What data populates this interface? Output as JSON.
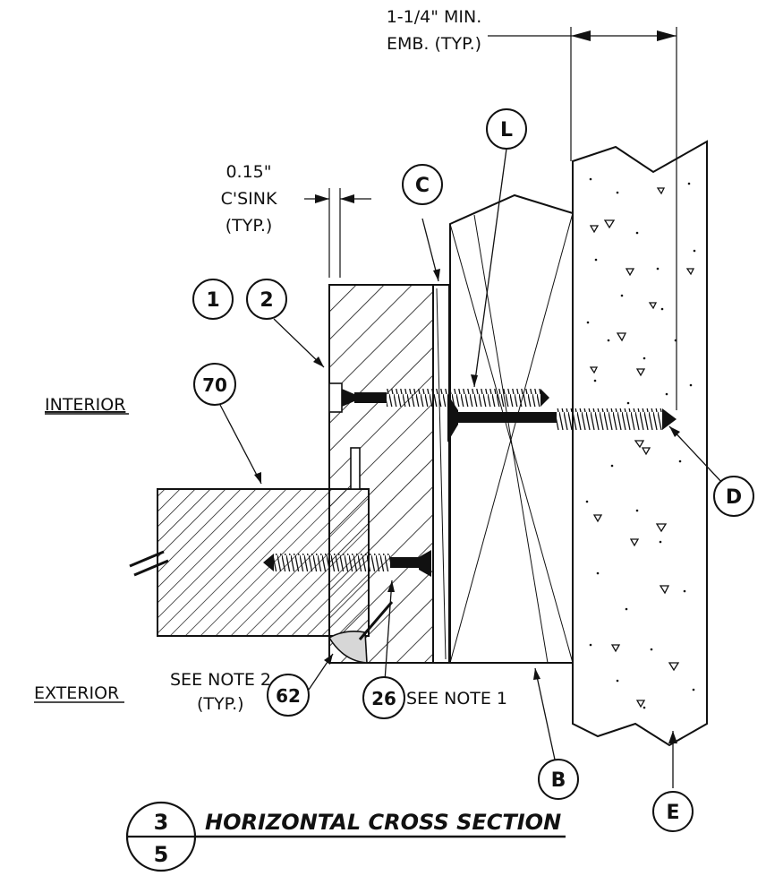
{
  "dimension_emb": [
    "1-1/4\" MIN.",
    "EMB. (TYP.)"
  ],
  "dimension_csink": [
    "0.15\"",
    "C'SINK",
    "(TYP.)"
  ],
  "side_labels": {
    "interior": "INTERIOR",
    "exterior": "EXTERIOR"
  },
  "see_note_2": [
    "SEE NOTE 2",
    "(TYP.)"
  ],
  "see_note_1": "SEE NOTE 1",
  "callouts": {
    "c1": "1",
    "c2": "2",
    "c70": "70",
    "cC": "C",
    "cL": "L",
    "cD": "D",
    "c62": "62",
    "c26": "26",
    "cB": "B",
    "cE": "E"
  },
  "detail": {
    "number": "3",
    "sheet": "5",
    "title": "HORIZONTAL CROSS SECTION"
  }
}
